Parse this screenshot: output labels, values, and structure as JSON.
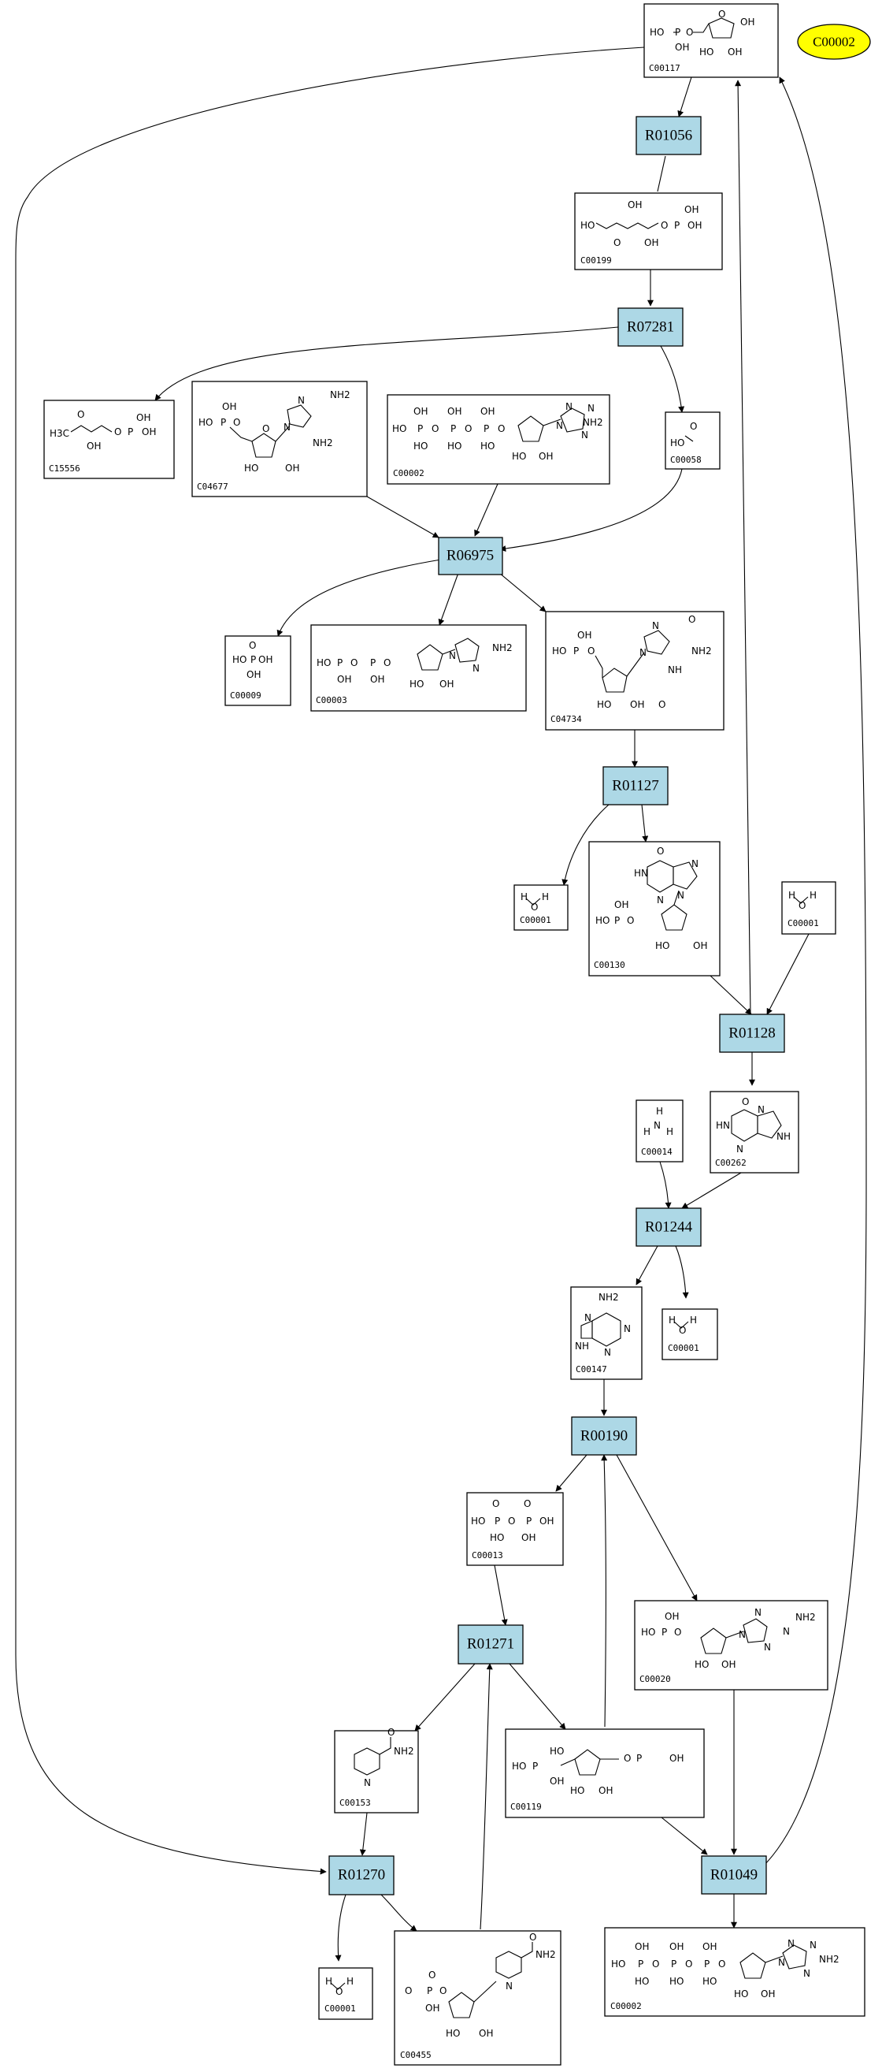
{
  "legend": {
    "label": "C00002",
    "color": "#ffff00"
  },
  "colors": {
    "reaction_fill": "#add8e6",
    "compound_fill": "#ffffff",
    "edge": "#000000"
  },
  "reactions": [
    {
      "id": "R01056"
    },
    {
      "id": "R07281"
    },
    {
      "id": "R06975"
    },
    {
      "id": "R01127"
    },
    {
      "id": "R01128"
    },
    {
      "id": "R01244"
    },
    {
      "id": "R00190"
    },
    {
      "id": "R01271"
    },
    {
      "id": "R01270"
    },
    {
      "id": "R01049"
    }
  ],
  "compounds": [
    {
      "id": "C00117",
      "atoms": [
        "HO",
        "P",
        "O",
        "OH",
        "O",
        "OH",
        "HO",
        "OH"
      ]
    },
    {
      "id": "C00199",
      "atoms": [
        "HO",
        "O",
        "OH",
        "OH",
        "O",
        "P",
        "OH",
        "OH"
      ]
    },
    {
      "id": "C15556",
      "atoms": [
        "H3C",
        "O",
        "OH",
        "O",
        "P",
        "OH",
        "OH"
      ]
    },
    {
      "id": "C04677",
      "atoms": [
        "OH",
        "HO",
        "P",
        "O",
        "N",
        "N",
        "NH2",
        "O",
        "NH2",
        "HO",
        "OH"
      ]
    },
    {
      "id": "C00002",
      "atoms": [
        "OH",
        "OH",
        "OH",
        "HO",
        "P",
        "O",
        "P",
        "O",
        "P",
        "O",
        "HO",
        "HO",
        "HO",
        "N",
        "N",
        "N",
        "N",
        "NH2",
        "HO",
        "OH"
      ]
    },
    {
      "id": "C00058",
      "atoms": [
        "O",
        "HO"
      ]
    },
    {
      "id": "C00009",
      "atoms": [
        "HO",
        "P",
        "OH",
        "OH",
        "O"
      ]
    },
    {
      "id": "C00003",
      "atoms": [
        "HO",
        "P",
        "O",
        "P",
        "O",
        "OH",
        "OH",
        "N",
        "N",
        "NH2",
        "HO",
        "OH"
      ]
    },
    {
      "id": "C04734",
      "atoms": [
        "OH",
        "HO",
        "P",
        "O",
        "N",
        "N",
        "O",
        "NH2",
        "NH",
        "HO",
        "OH",
        "O"
      ]
    },
    {
      "id": "C00001",
      "atoms": [
        "H",
        "O",
        "H"
      ]
    },
    {
      "id": "C00130",
      "atoms": [
        "O",
        "HN",
        "N",
        "N",
        "N",
        "OH",
        "HO",
        "P",
        "O",
        "HO",
        "OH"
      ]
    },
    {
      "id": "C00014",
      "atoms": [
        "H",
        "N",
        "H",
        "H"
      ]
    },
    {
      "id": "C00262",
      "atoms": [
        "O",
        "HN",
        "N",
        "N",
        "NH"
      ]
    },
    {
      "id": "C00147",
      "atoms": [
        "NH2",
        "N",
        "N",
        "N",
        "NH"
      ]
    },
    {
      "id": "C00013",
      "atoms": [
        "O",
        "O",
        "HO",
        "P",
        "O",
        "P",
        "OH",
        "HO",
        "OH"
      ]
    },
    {
      "id": "C00020",
      "atoms": [
        "OH",
        "HO",
        "P",
        "O",
        "N",
        "N",
        "N",
        "N",
        "NH2",
        "HO",
        "OH"
      ]
    },
    {
      "id": "C00153",
      "atoms": [
        "O",
        "NH2",
        "N"
      ]
    },
    {
      "id": "C00119",
      "atoms": [
        "HO",
        "OH",
        "HO",
        "P",
        "O",
        "P",
        "OH",
        "HO",
        "OH"
      ]
    },
    {
      "id": "C00455",
      "atoms": [
        "O",
        "O",
        "P",
        "O",
        "OH",
        "N",
        "NH2",
        "O",
        "HO",
        "OH"
      ]
    }
  ]
}
